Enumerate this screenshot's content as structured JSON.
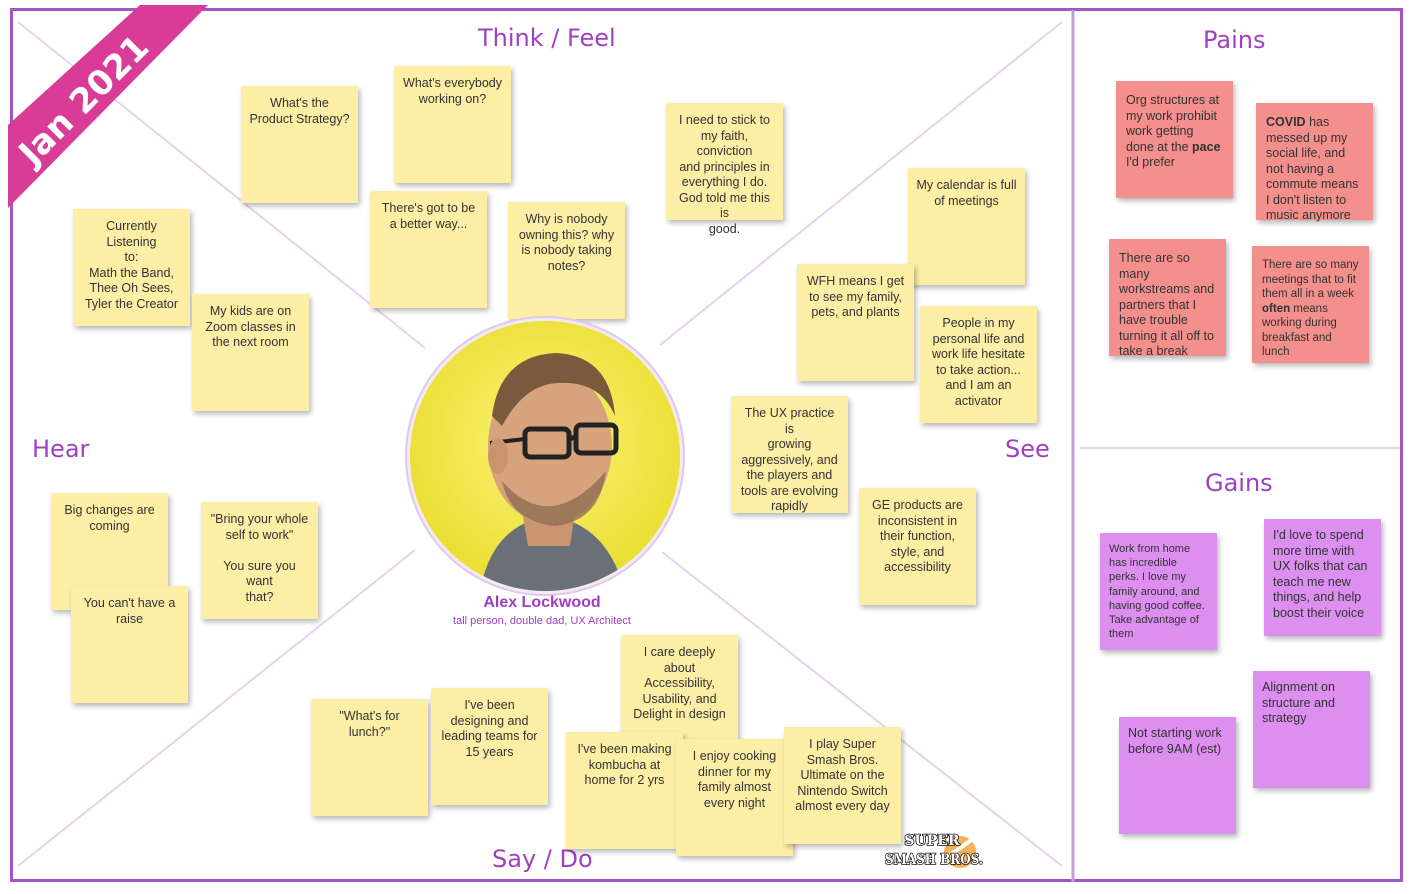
{
  "ribbon": {
    "text": "Jan 2021",
    "color": "#d93c96"
  },
  "quadrants": {
    "think_feel": "Think / Feel",
    "hear": "Hear",
    "see": "See",
    "say_do": "Say / Do",
    "pains": "Pains",
    "gains": "Gains"
  },
  "persona": {
    "name": "Alex Lockwood",
    "description": "tall person, double dad, UX Architect",
    "avatar_icon": "portrait-photo"
  },
  "colors": {
    "border": "#a455c4",
    "sticky_yellow": "#fdeea6",
    "sticky_pain": "#f38f8c",
    "sticky_gain": "#dd8ff0",
    "label_purple": "#a040c0"
  },
  "think_feel_notes": [
    {
      "text": "What's the\nProduct Strategy?"
    },
    {
      "text": "What's everybody\nworking on?"
    },
    {
      "text": "There's got to be\na better way..."
    },
    {
      "text": "Why is nobody\nowning this? why\nis nobody taking\nnotes?"
    },
    {
      "text": "I need to stick to\nmy faith, conviction\nand principles in\neverything I do.\nGod told me this is\ngood."
    },
    {
      "text": "Currently Listening\nto:\nMath the Band,\nThee Oh Sees,\nTyler the Creator"
    },
    {
      "text": "My kids are on\nZoom classes in\nthe next room"
    }
  ],
  "see_notes": [
    {
      "text": "My calendar is full\nof meetings"
    },
    {
      "text": "WFH means I get\nto see my family,\npets, and plants"
    },
    {
      "text": "People in my\npersonal life and\nwork life hesitate\nto take action...\nand I am an\nactivator"
    },
    {
      "text": "The UX practice is\ngrowing\naggressively, and\nthe players and\ntools are evolving\nrapidly"
    },
    {
      "text": "GE products are\ninconsistent in\ntheir function,\nstyle, and\naccessibility"
    }
  ],
  "hear_notes": [
    {
      "text": "Big changes are\ncoming"
    },
    {
      "text": "\"Bring your whole\nself to work\"\n\nYou sure you want\nthat?"
    },
    {
      "text": "You can't have a\nraise"
    }
  ],
  "say_do_notes": [
    {
      "text": "\"What's for\nlunch?\""
    },
    {
      "text": "I've been\ndesigning and\nleading teams for\n15 years"
    },
    {
      "text": "I care deeply\nabout\nAccessibility,\nUsability, and\nDelight in design"
    },
    {
      "text": "I've been making\nkombucha at\nhome for 2 yrs"
    },
    {
      "text": "I enjoy cooking\ndinner for my\nfamily almost\nevery night"
    },
    {
      "text": "I play Super\nSmash Bros.\nUltimate on the\nNintendo Switch\nalmost every day"
    }
  ],
  "smash_logo": {
    "line1": "SUPER",
    "line2": "SMASH BROS."
  },
  "pains": [
    {
      "pre": "Org structures at my work prohibit work getting done at the ",
      "bold": "pace",
      "post": " I'd prefer"
    },
    {
      "pre": "",
      "bold": "COVID",
      "post": " has messed up my social life, and not having a commute means I don't listen to music anymore"
    },
    {
      "pre": "There are so many workstreams and partners that I have trouble turning it all off to take a break",
      "bold": "",
      "post": ""
    },
    {
      "pre": "There are so many meetings that to fit them all in a week ",
      "bold": "often",
      "post": " means working during breakfast and lunch"
    }
  ],
  "gains": [
    {
      "text": "Work from home has incredible perks. I love my family around, and having good coffee. Take advantage of them"
    },
    {
      "text": "I'd love to spend more time with UX folks that can teach me new things, and help boost their voice"
    },
    {
      "text": "Alignment on structure and strategy"
    },
    {
      "text": "Not starting work before 9AM (est)"
    }
  ]
}
